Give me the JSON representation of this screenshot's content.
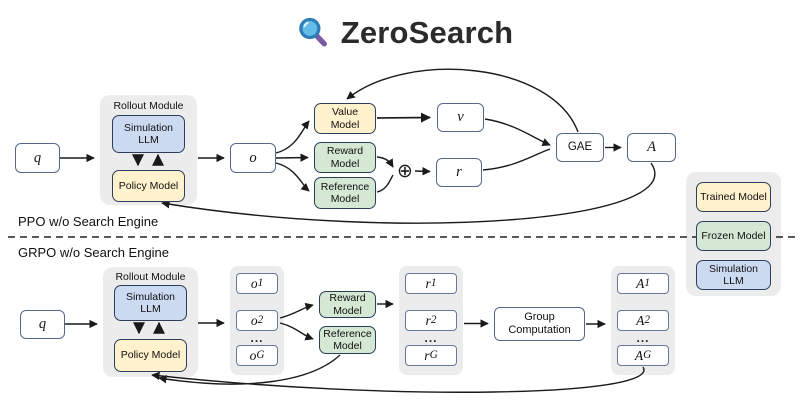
{
  "header": {
    "title": "ZeroSearch",
    "icon": "magnifier-icon"
  },
  "icons": {
    "magnifier": "magnifying-glass",
    "plus_circle": "⊕"
  },
  "colors": {
    "trained_model": "#FFF2CC",
    "frozen_model": "#D5E8D4",
    "simulation_llm": "#CBD9F1",
    "container_bg": "#ECECEC",
    "node_border": "#55688C",
    "model_border": "#2B3F5C",
    "lens_blue": "#63BCE8",
    "handle_purple": "#7C59A4"
  },
  "ppo": {
    "section_label": "PPO w/o Search Engine",
    "rollout": {
      "title": "Rollout Module",
      "simulation": "Simulation LLM",
      "policy": "Policy Model"
    },
    "q": "q",
    "o": "o",
    "value_model": "Value Model",
    "reward_model": "Reward Model",
    "reference_model": "Reference Model",
    "plus_symbol": "⊕",
    "v": "v",
    "r": "r",
    "gae": "GAE",
    "advantage": "A"
  },
  "grpo": {
    "section_label": "GRPO w/o Search Engine",
    "rollout": {
      "title": "Rollout Module",
      "simulation": "Simulation LLM",
      "policy": "Policy Model"
    },
    "q": "q",
    "o_stack": {
      "i1": {
        "base": "o",
        "sub": "1"
      },
      "i2": {
        "base": "o",
        "sub": "2"
      },
      "dots": "...",
      "iG": {
        "base": "o",
        "sub": "G"
      }
    },
    "reward_model": "Reward Model",
    "reference_model": "Reference Model",
    "r_stack": {
      "i1": {
        "base": "r",
        "sub": "1"
      },
      "i2": {
        "base": "r",
        "sub": "2"
      },
      "dots": "...",
      "iG": {
        "base": "r",
        "sub": "G"
      }
    },
    "group_computation": "Group Computation",
    "a_stack": {
      "i1": {
        "base": "A",
        "sub": "1"
      },
      "i2": {
        "base": "A",
        "sub": "2"
      },
      "dots": "...",
      "iG": {
        "base": "A",
        "sub": "G"
      }
    }
  },
  "legend": {
    "items": [
      {
        "label": "Trained Model",
        "type": "trained"
      },
      {
        "label": "Frozen Model",
        "type": "frozen"
      },
      {
        "label": "Simulation LLM",
        "type": "simulation"
      }
    ]
  }
}
